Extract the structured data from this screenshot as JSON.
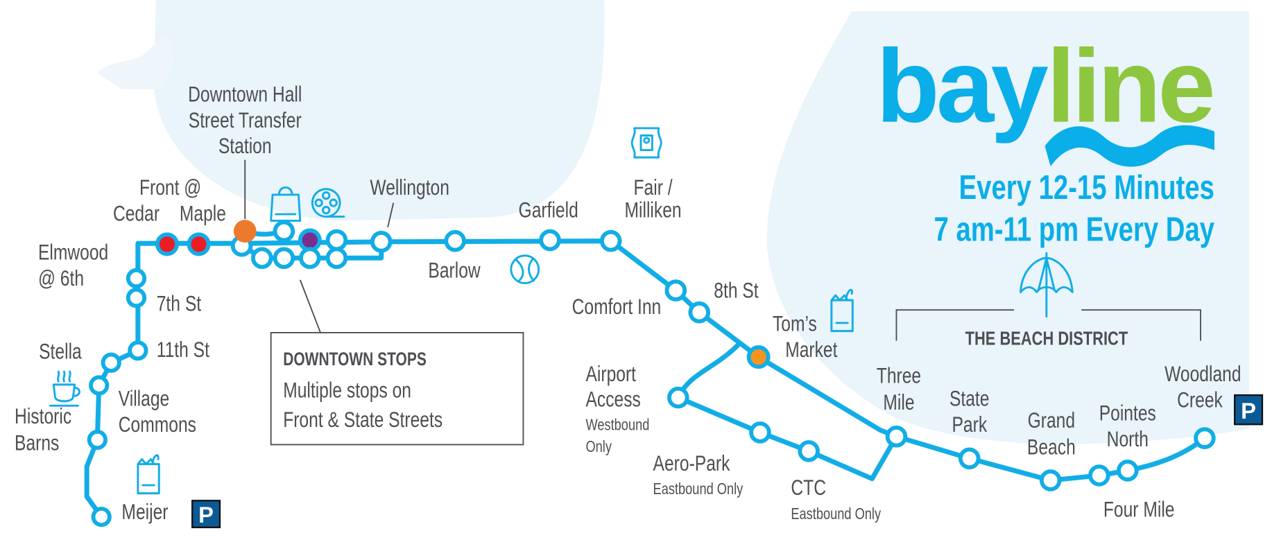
{
  "logo": {
    "part1": "bay",
    "part2": "line"
  },
  "schedule": {
    "line1": "Every 12-15 Minutes",
    "line2": "7 am-11 pm Every Day"
  },
  "colors": {
    "route": "#12ade6",
    "water": "#e9f4fb",
    "logo_green": "#8dc63f",
    "red_stop": "#ec1c24",
    "orange_stop": "#ec7a2c",
    "purple_stop": "#7b2d8e",
    "text": "#4d4f52"
  },
  "district": {
    "label": "THE BEACH DISTRICT"
  },
  "downtown_box": {
    "title": "DOWNTOWN STOPS",
    "line1": "Multiple stops on",
    "line2": "Front & State Streets"
  },
  "parking": {
    "label": "P"
  },
  "stations": {
    "downtown_hall": [
      "Downtown Hall",
      "Street Transfer",
      "Station"
    ],
    "front_at": "Front @",
    "cedar": "Cedar",
    "maple": "Maple",
    "wellington": "Wellington",
    "garfield": "Garfield",
    "fair": [
      "Fair /",
      "Milliken"
    ],
    "elmwood": [
      "Elmwood",
      "@ 6th"
    ],
    "seventh": "7th St",
    "barlow": "Barlow",
    "comfort_inn": "Comfort Inn",
    "eighth": "8th St",
    "toms": [
      "Tom’s",
      "Market"
    ],
    "stella": "Stella",
    "eleventh": "11th St",
    "village": [
      "Village",
      "Commons"
    ],
    "historic": [
      "Historic",
      "Barns"
    ],
    "meijer": "Meijer",
    "airport": [
      "Airport",
      "Access",
      "Westbound",
      "Only"
    ],
    "aero_park": [
      "Aero-Park",
      "Eastbound Only"
    ],
    "ctc": [
      "CTC",
      "Eastbound Only"
    ],
    "three_mile": [
      "Three",
      "Mile"
    ],
    "state_park": [
      "State",
      "Park"
    ],
    "grand_beach": [
      "Grand",
      "Beach"
    ],
    "pointes": [
      "Pointes",
      "North"
    ],
    "woodland": [
      "Woodland",
      "Creek"
    ],
    "four_mile": "Four Mile"
  }
}
